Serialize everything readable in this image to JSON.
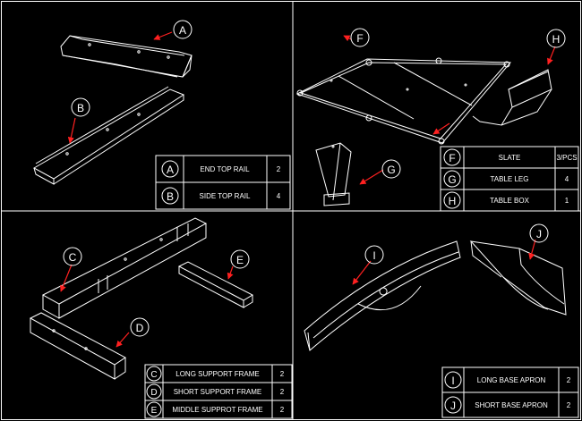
{
  "quadrants": {
    "top_left": {
      "parts": [
        {
          "letter": "A",
          "name": "END TOP RAIL",
          "qty": "2"
        },
        {
          "letter": "B",
          "name": "SIDE TOP RAIL",
          "qty": "4"
        }
      ]
    },
    "top_right": {
      "parts": [
        {
          "letter": "F",
          "name": "SLATE",
          "qty": "3/PCS"
        },
        {
          "letter": "G",
          "name": "TABLE LEG",
          "qty": "4"
        },
        {
          "letter": "H",
          "name": "TABLE BOX",
          "qty": "1"
        }
      ]
    },
    "bottom_left": {
      "parts": [
        {
          "letter": "C",
          "name": "LONG SUPPORT FRAME",
          "qty": "2"
        },
        {
          "letter": "D",
          "name": "SHORT SUPPORT FRAME",
          "qty": "2"
        },
        {
          "letter": "E",
          "name": "MIDDLE SUPPROT FRAME",
          "qty": "2"
        }
      ]
    },
    "bottom_right": {
      "parts": [
        {
          "letter": "I",
          "name": "LONG BASE APRON",
          "qty": "2"
        },
        {
          "letter": "J",
          "name": "SHORT BASE APRON",
          "qty": "2"
        }
      ]
    }
  },
  "colors": {
    "background": "#000000",
    "lines": "#ffffff",
    "arrows": "#ff2020"
  }
}
